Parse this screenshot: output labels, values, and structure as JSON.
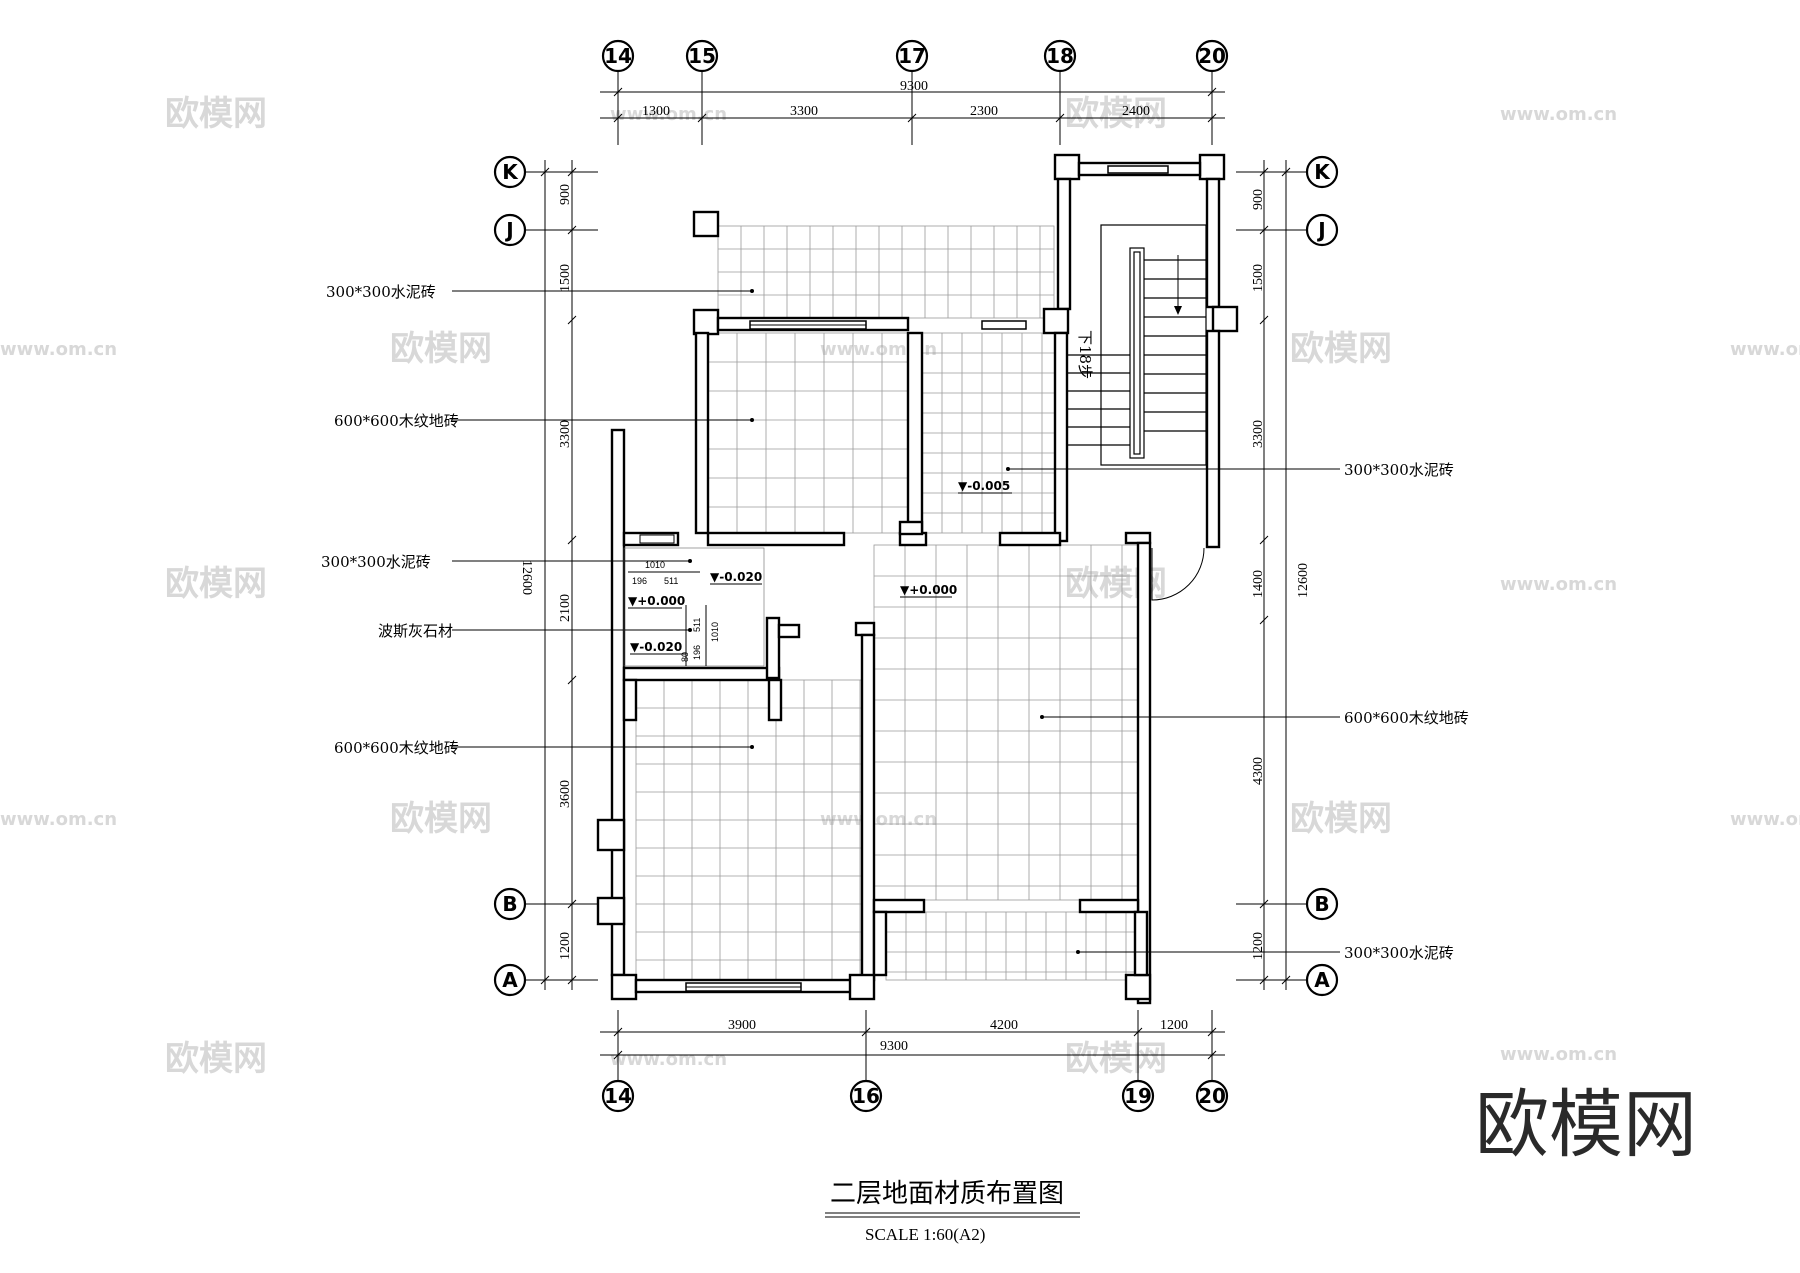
{
  "grid_top": [
    "14",
    "15",
    "17",
    "18",
    "20"
  ],
  "grid_bottom": [
    "14",
    "16",
    "19",
    "20"
  ],
  "grid_left": [
    "K",
    "J",
    "B",
    "A"
  ],
  "grid_right": [
    "K",
    "J",
    "B",
    "A"
  ],
  "dims_top": {
    "total": "9300",
    "segments": [
      "1300",
      "3300",
      "2300",
      "2400"
    ]
  },
  "dims_bottom": {
    "total": "9300",
    "segments": [
      "3900",
      "4200",
      "1200"
    ]
  },
  "dims_left": {
    "total": "12600",
    "segments": [
      "900",
      "1500",
      "3300",
      "2100",
      "3600",
      "1200"
    ]
  },
  "dims_right": {
    "total": "12600",
    "segments": [
      "900",
      "1500",
      "3300",
      "1400",
      "4300",
      "1200"
    ]
  },
  "labels_left": [
    "300*300水泥砖",
    "600*600木纹地砖",
    "300*300水泥砖",
    "波斯灰石材",
    "600*600木纹地砖"
  ],
  "labels_right": [
    "300*300水泥砖",
    "600*600木纹地砖",
    "300*300水泥砖"
  ],
  "levels": [
    "▼-0.005",
    "▼+0.000",
    "▼-0.020",
    "▼+0.000",
    "▼-0.020"
  ],
  "bath_dims": [
    "1010",
    "196",
    "511",
    "511",
    "1010",
    "196",
    "80"
  ],
  "stair_note": "下18步",
  "title": "二层地面材质布置图",
  "scale": "SCALE  1:60(A2)",
  "watermark_logo": "欧模网",
  "watermark_url": "www.om.cn"
}
